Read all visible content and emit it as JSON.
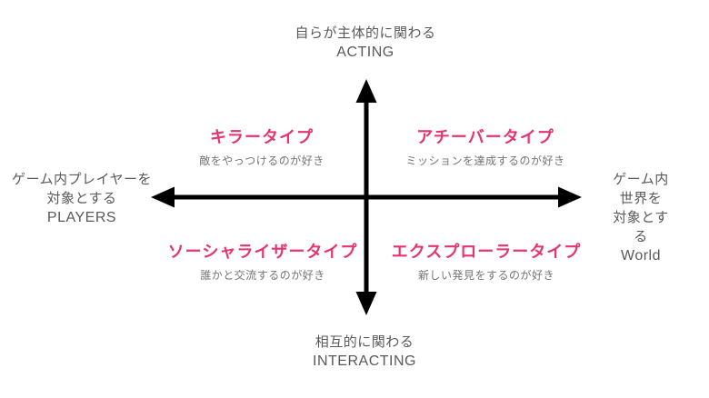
{
  "diagram_title": "Bartle player type quadrant diagram",
  "colors": {
    "accent_pink": "#e6356e",
    "axis_text": "#595959",
    "subtitle_text": "#757575",
    "arrow": "#000000",
    "background": "#ffffff"
  },
  "axes": {
    "top": {
      "jp": "自らが主体的に関わる",
      "en": "ACTING"
    },
    "bottom": {
      "jp": "相互的に関わる",
      "en": "INTERACTING"
    },
    "left": {
      "jp_line1": "ゲーム内プレイヤーを",
      "jp_line2": "対象とする",
      "en": "PLAYERS"
    },
    "right": {
      "jp_line1": "ゲーム内世界を",
      "jp_line2": "対象とする",
      "en": "World"
    }
  },
  "quadrants": {
    "top_left": {
      "title": "キラータイプ",
      "subtitle": "敵をやっつけるのが好き"
    },
    "top_right": {
      "title": "アチーバータイプ",
      "subtitle": "ミッションを達成するのが好き"
    },
    "bottom_left": {
      "title": "ソーシャライザータイプ",
      "subtitle": "誰かと交流するのが好き"
    },
    "bottom_right": {
      "title": "エクスプローラータイプ",
      "subtitle": "新しい発見をするのが好き"
    }
  }
}
